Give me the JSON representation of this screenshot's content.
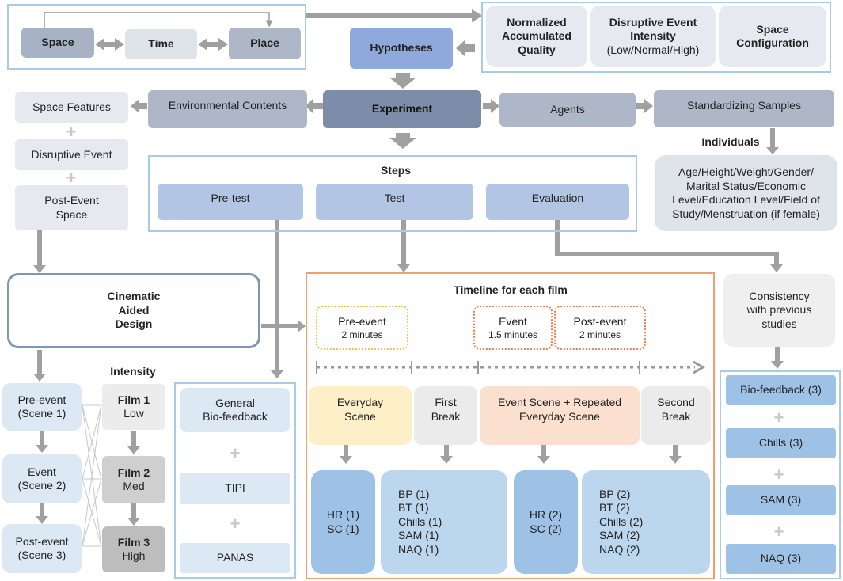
{
  "top": {
    "space": "Space",
    "time": "Time",
    "place": "Place",
    "hypotheses": "Hypotheses",
    "normalized": "Normalized\nAccumulated\nQuality",
    "disruptive_title": "Disruptive Event\nIntensity",
    "disruptive_sub": "(Low/Normal/High)",
    "space_config": "Space\nConfiguration"
  },
  "experiment": {
    "experiment": "Experiment",
    "environmental": "Environmental Contents",
    "agents": "Agents",
    "standardizing": "Standardizing Samples",
    "individuals": "Individuals",
    "individuals_desc": "Age/Height/Weight/Gender/\nMarital Status/Economic\nLevel/Education Level/Field of\nStudy/Menstruation (if female)"
  },
  "left": {
    "space_features": "Space Features",
    "disruptive_event": "Disruptive Event",
    "post_event_space": "Post-Event\nSpace",
    "cinematic": "Cinematic\nAided\nDesign"
  },
  "steps": {
    "title": "Steps",
    "pretest": "Pre-test",
    "test": "Test",
    "evaluation": "Evaluation"
  },
  "intensity": {
    "title": "Intensity",
    "scenes": [
      "Pre-event\n(Scene 1)",
      "Event\n(Scene 2)",
      "Post-event\n(Scene 3)"
    ],
    "films": [
      {
        "name": "Film 1",
        "level": "Low"
      },
      {
        "name": "Film 2",
        "level": "Med"
      },
      {
        "name": "Film 3",
        "level": "High"
      }
    ]
  },
  "pretest_list": {
    "general": "General\nBio-feedback",
    "tipi": "TIPI",
    "panas": "PANAS"
  },
  "timeline": {
    "title": "Timeline for each film",
    "pre_event": "Pre-event",
    "pre_event_time": "2 minutes",
    "event": "Event",
    "event_time": "1.5 minutes",
    "post_event": "Post-event",
    "post_event_time": "2 minutes",
    "everyday": "Everyday\nScene",
    "first_break": "First\nBreak",
    "event_scene": "Event Scene + Repeated\nEveryday Scene",
    "second_break": "Second\nBreak",
    "m1": "HR (1)\nSC (1)",
    "m2": "BP (1)\nBT (1)\nChills (1)\nSAM (1)\nNAQ (1)",
    "m3": "HR (2)\nSC (2)",
    "m4": "BP (2)\nBT (2)\nChills (2)\nSAM (2)\nNAQ (2)"
  },
  "evaluation_list": {
    "consistency": "Consistency\nwith previous\nstudies",
    "items": [
      "Bio-feedback (3)",
      "Chills (3)",
      "SAM (3)",
      "NAQ (3)"
    ]
  },
  "plus_sign": "+",
  "colors": {
    "frame_blue": "#a9cbe6",
    "frame_orange": "#f0a06a",
    "arrow_gray": "#a0a0a0"
  }
}
